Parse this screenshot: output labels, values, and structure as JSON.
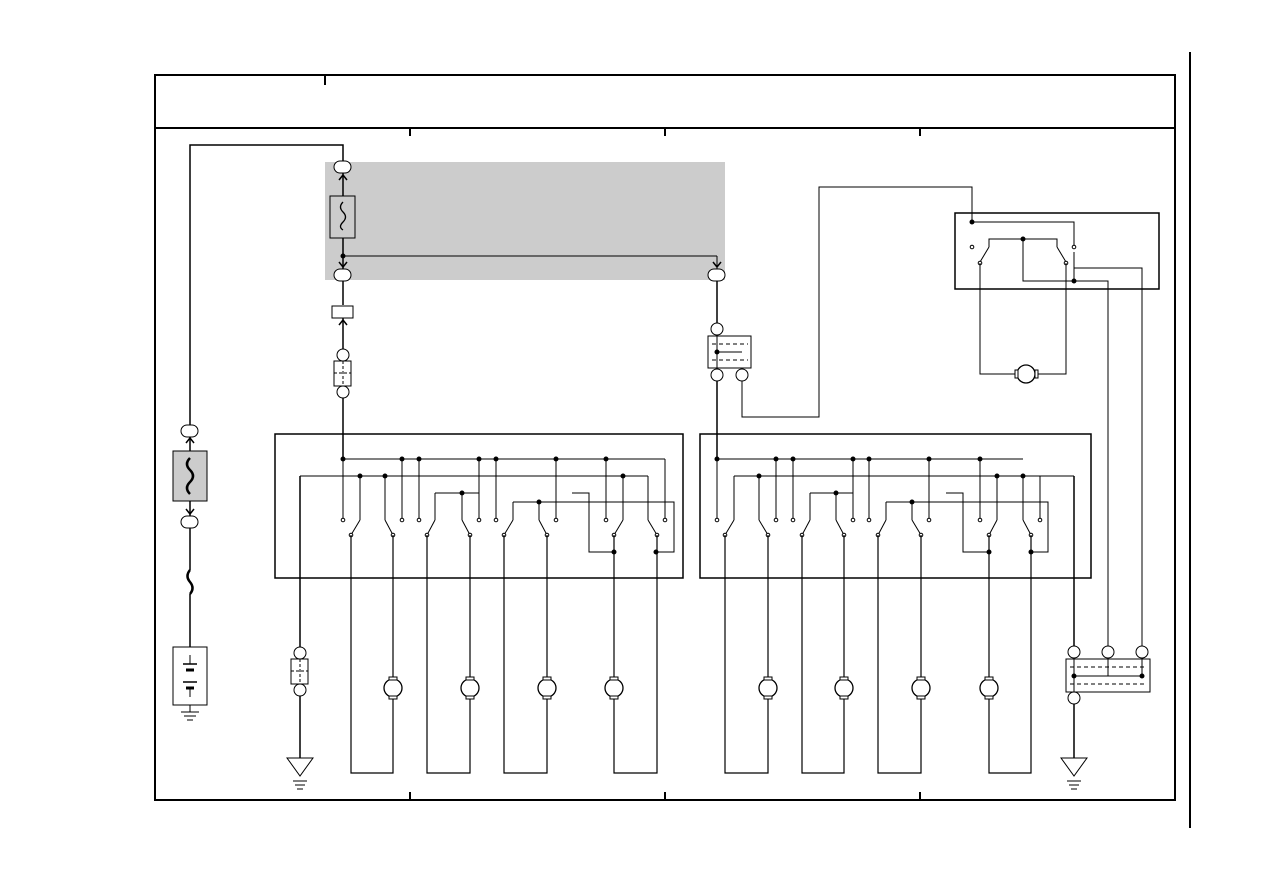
{
  "diagram": {
    "type": "wiring-diagram",
    "text": [],
    "colors": {
      "line": "#000000",
      "shaded_block": "#cccccc",
      "background": "#ffffff"
    },
    "symbols": {
      "motors": 9,
      "switch_assemblies": 2,
      "ground_symbols": 3,
      "fuses": 3,
      "battery": 1,
      "connectors": 4
    }
  }
}
